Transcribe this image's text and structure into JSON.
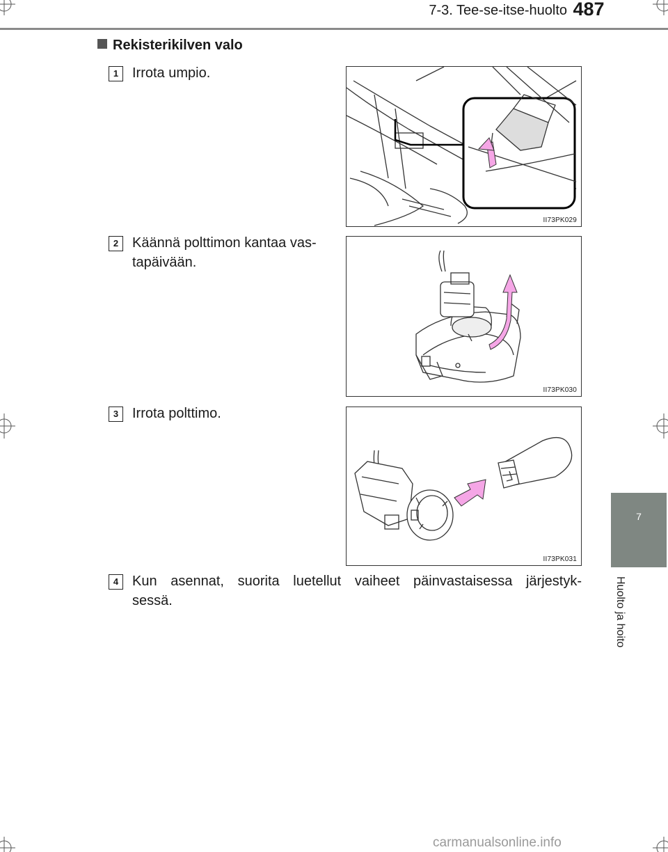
{
  "header": {
    "section": "7-3. Tee-se-itse-huolto",
    "page_number": "487"
  },
  "section_title": "Rekisterikilven valo",
  "steps": [
    {
      "number": "1",
      "text": "Irrota umpio.",
      "figure_code": "II73PK029"
    },
    {
      "number": "2",
      "text": "Käännä polttimon kantaa vas-tapäivään.",
      "line1": "Käännä polttimon kantaa vas-",
      "line2": "tapäivään.",
      "figure_code": "II73PK030"
    },
    {
      "number": "3",
      "text": "Irrota polttimo.",
      "figure_code": "II73PK031"
    },
    {
      "number": "4",
      "text": "Kun asennat, suorita luetellut vaiheet päinvastaisessa järjestyk-sessä.",
      "line1": "Kun asennat, suorita luetellut vaiheet päinvastaisessa järjestyk-",
      "line2": "sessä."
    }
  ],
  "side_tab": {
    "chapter_number": "7",
    "chapter_label": "Huolto ja hoito"
  },
  "watermark": "carmanualsonline.info",
  "colors": {
    "tab": "#7f8782",
    "arrow": "#f5a6e6",
    "rule": "#8a8a8a"
  }
}
